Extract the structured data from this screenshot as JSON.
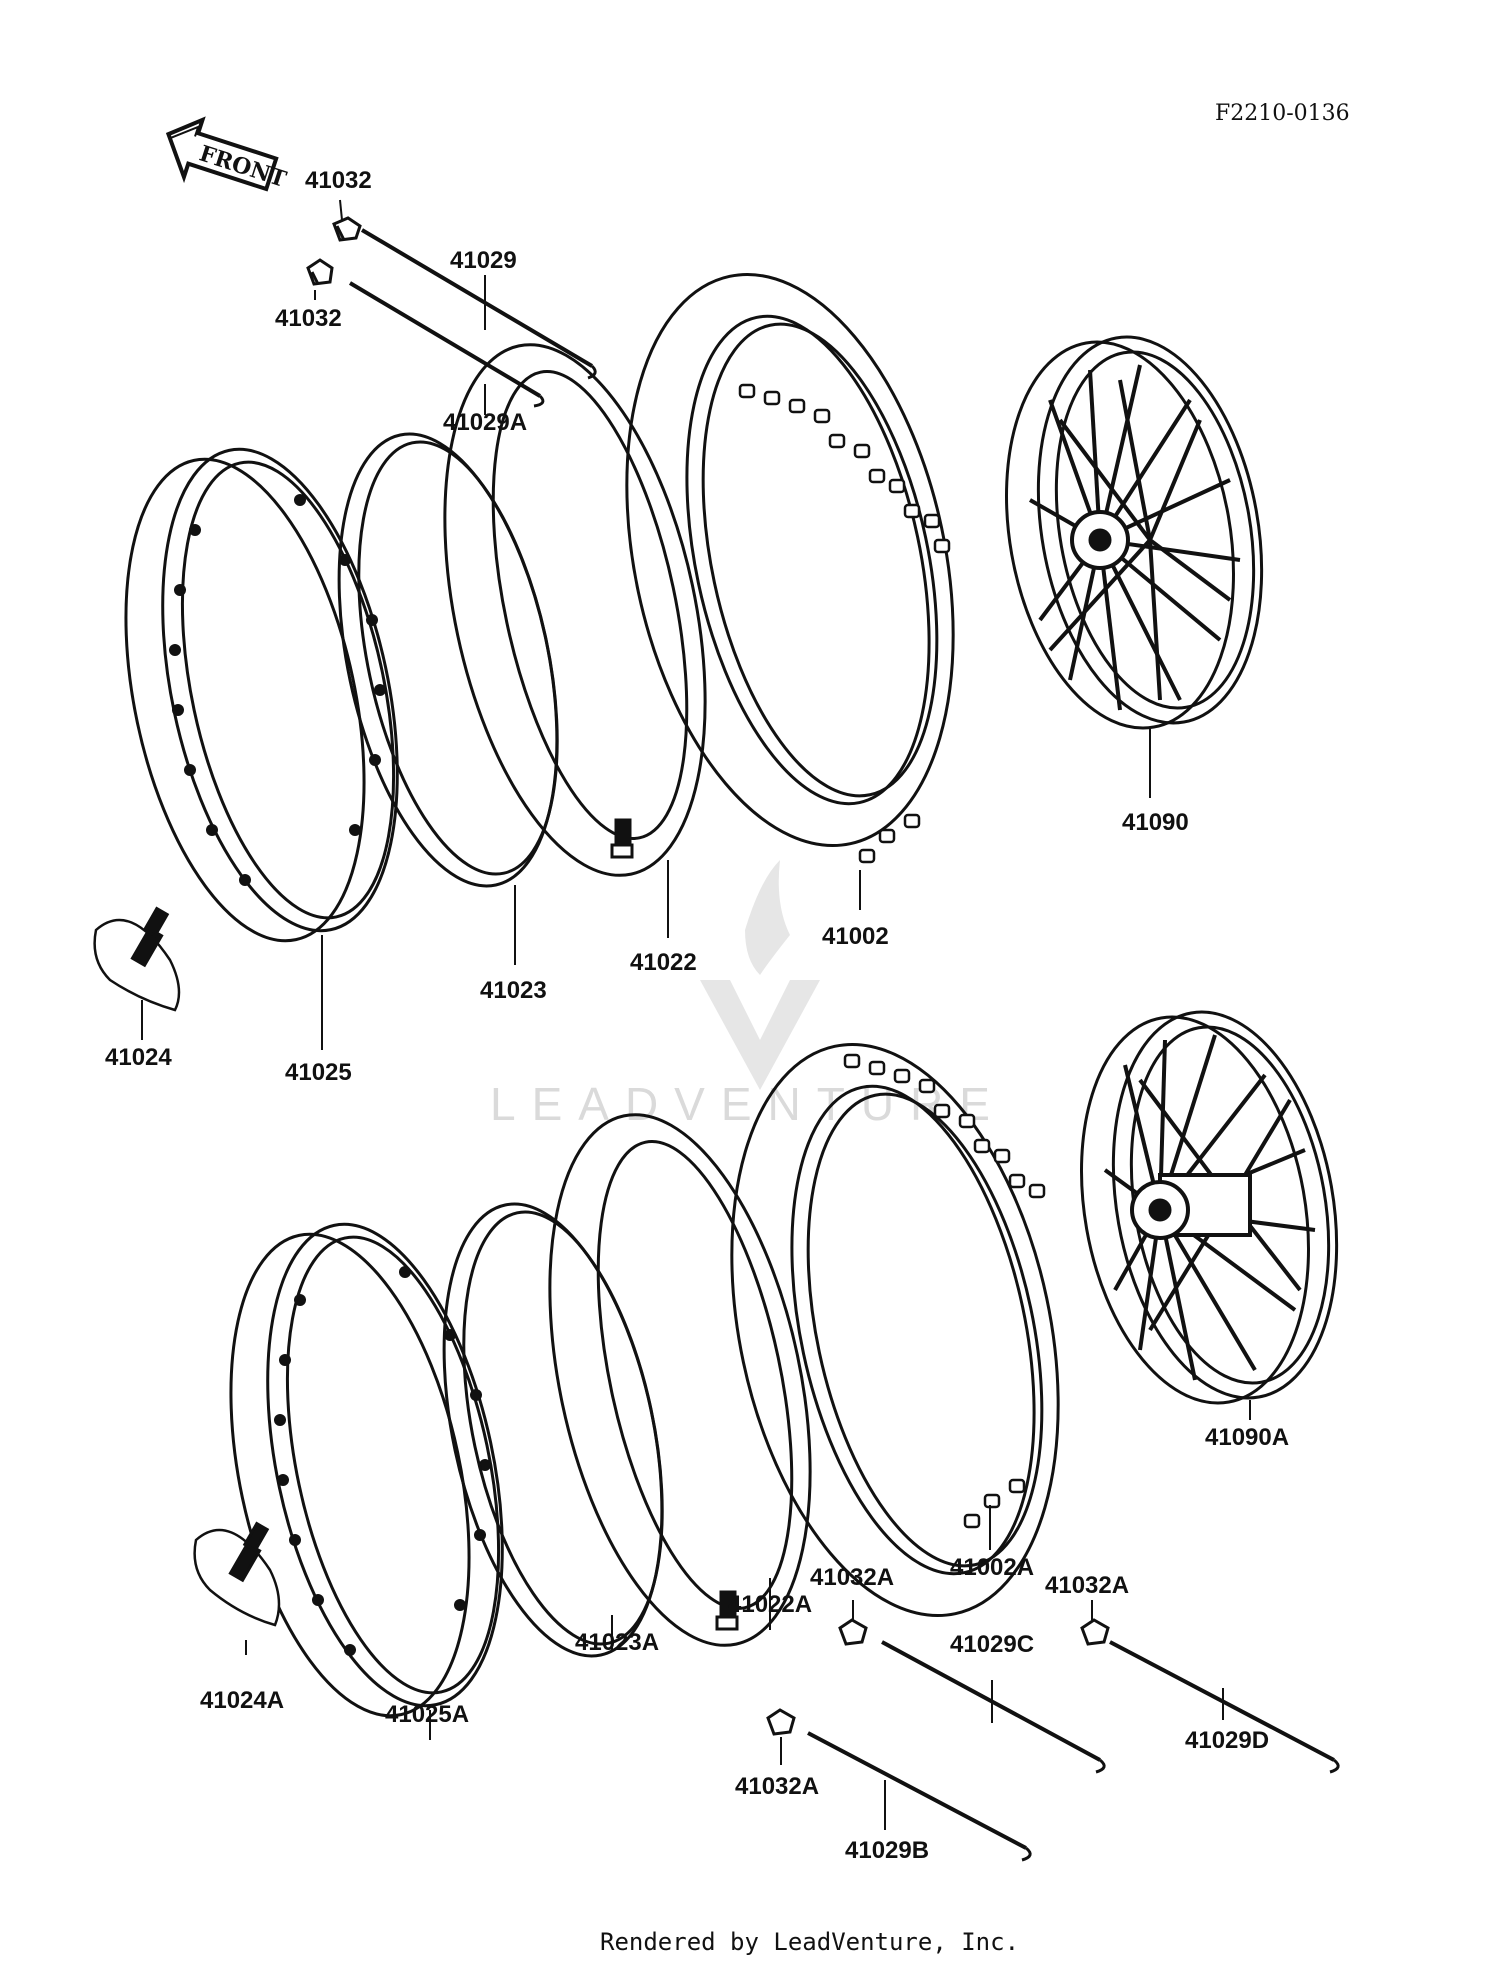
{
  "diagram": {
    "ref_code": "F2210-0136",
    "front_label": "FRONT",
    "watermark": "LEADVENTURE",
    "footer": "Rendered by LeadVenture, Inc.",
    "parts": {
      "p41032_top": "41032",
      "p41032_mid": "41032",
      "p41029": "41029",
      "p41029A": "41029A",
      "p41090": "41090",
      "p41002": "41002",
      "p41022": "41022",
      "p41023": "41023",
      "p41024": "41024",
      "p41025": "41025",
      "p41090A": "41090A",
      "p41002A": "41002A",
      "p41022A": "41022A",
      "p41023A": "41023A",
      "p41024A": "41024A",
      "p41025A": "41025A",
      "p41032A_1": "41032A",
      "p41032A_2": "41032A",
      "p41032A_3": "41032A",
      "p41029B": "41029B",
      "p41029C": "41029C",
      "p41029D": "41029D"
    }
  }
}
